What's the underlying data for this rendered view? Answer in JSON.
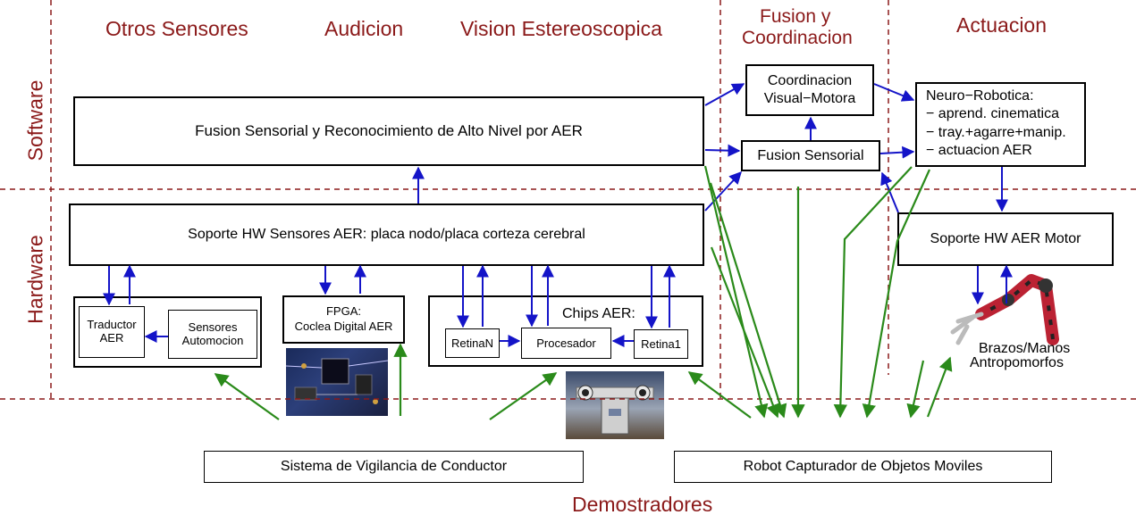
{
  "columns": {
    "otros_sensores": "Otros Sensores",
    "audicion": "Audicion",
    "vision": "Vision Estereoscopica",
    "fusion_line1": "Fusion y",
    "fusion_line2": "Coordinacion",
    "actuacion": "Actuacion"
  },
  "rows": {
    "software": "Software",
    "hardware": "Hardware",
    "demostradores": "Demostradores"
  },
  "boxes": {
    "fusion_alto_nivel": "Fusion Sensorial y Reconocimiento de Alto Nivel por AER",
    "coordinacion_line1": "Coordinacion",
    "coordinacion_line2": "Visual−Motora",
    "fusion_sensorial": "Fusion Sensorial",
    "neuro_line1": "Neuro−Robotica:",
    "neuro_line2": "− aprend. cinematica",
    "neuro_line3": "− tray.+agarre+manip.",
    "neuro_line4": "− actuacion AER",
    "soporte_hw_sensores": "Soporte HW Sensores AER: placa nodo/placa corteza cerebral",
    "soporte_hw_motor": "Soporte HW AER Motor",
    "traductor_line1": "Traductor",
    "traductor_line2": "AER",
    "sensores_line1": "Sensores",
    "sensores_line2": "Automocion",
    "fpga_line1": "FPGA:",
    "fpga_line2": "Coclea Digital AER",
    "chips_aer": "Chips AER:",
    "retinaN": "RetinaN",
    "procesador": "Procesador",
    "retina1": "Retina1",
    "brazos_line1": "Brazos/Manos",
    "brazos_line2": "Antropomorfos",
    "sistema_vigilancia": "Sistema de Vigilancia de Conductor",
    "robot_capturador": "Robot Capturador de Objetos Moviles"
  },
  "colors": {
    "label_red": "#8b1a1a",
    "arrow_blue": "#1414c8",
    "arrow_green": "#2a8a1a",
    "divider": "#8b1a1a"
  }
}
